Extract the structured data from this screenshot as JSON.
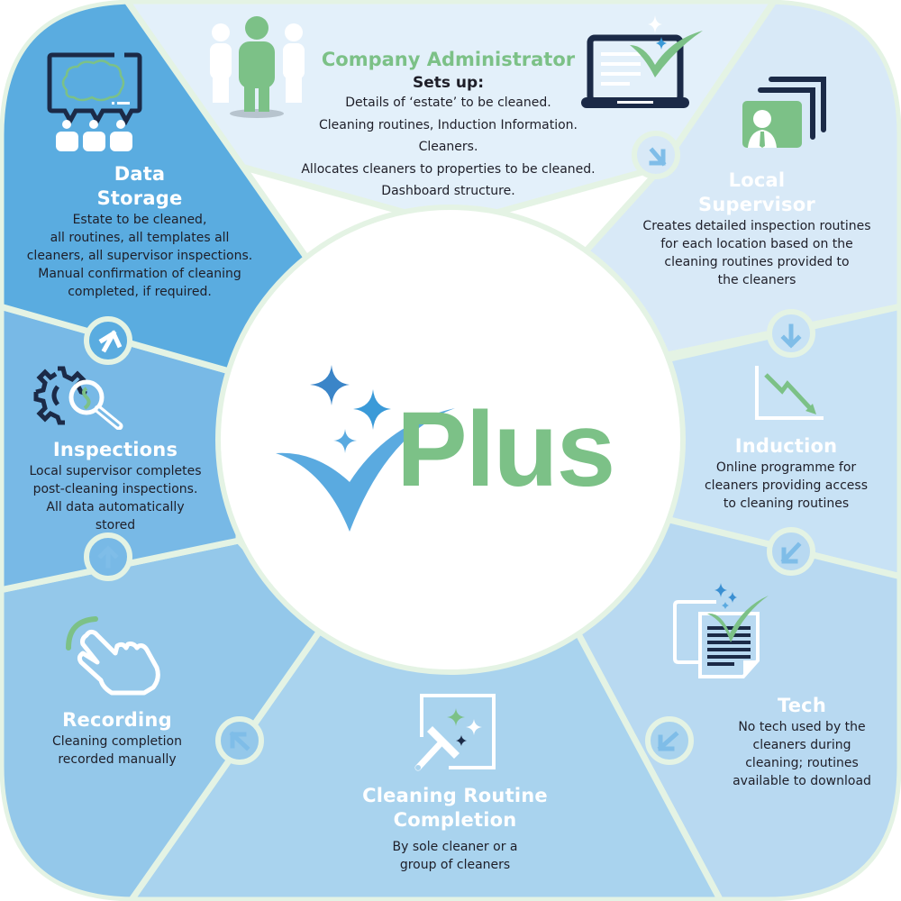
{
  "logo": {
    "text": "Plus",
    "icon": "sparkle-checkmark-icon",
    "colors": {
      "text": "#7cc187",
      "check": "#5aaae0",
      "sparkle": "#3b8fd0"
    }
  },
  "colors": {
    "admin_bg": "#e3f0fa",
    "supervisor_bg": "#d8e9f7",
    "induction_bg": "#c8e2f5",
    "tech_bg": "#b8d9f1",
    "completion_bg": "#a9d3ee",
    "recording_bg": "#94c8ea",
    "inspections_bg": "#78b9e6",
    "storage_bg": "#5aace0",
    "border": "#e4f3e4",
    "green": "#7cc187",
    "navy": "#1b2a47",
    "arrow": "#7fbde8"
  },
  "segments": {
    "admin": {
      "title": "Company Administrator",
      "subtitle": "Sets up:",
      "lines": [
        "Details of ‘estate’ to be cleaned.",
        "Cleaning routines, Induction Information.",
        "Cleaners.",
        "Allocates cleaners to properties to be cleaned.",
        "Dashboard structure."
      ],
      "icons": [
        "people-group-icon",
        "laptop-checkmark-icon"
      ]
    },
    "supervisor": {
      "title_line1": "Local",
      "title_line2": "Supervisor",
      "body": [
        "Creates detailed inspection routines",
        "for each location based on the",
        "cleaning routines provided to",
        "the cleaners"
      ],
      "icon": "id-cards-icon"
    },
    "induction": {
      "title": "Induction",
      "body": [
        "Online programme for",
        "cleaners providing access",
        "to cleaning routines"
      ],
      "icon": "chart-trend-down-icon"
    },
    "tech": {
      "title": "Tech",
      "body": [
        "No tech used by the",
        "cleaners during",
        "cleaning; routines",
        "available to download"
      ],
      "icon": "document-checkmark-icon"
    },
    "completion": {
      "title_line1": "Cleaning Routine",
      "title_line2": "Completion",
      "body": [
        "By sole cleaner or a",
        "group of cleaners"
      ],
      "icon": "squeegee-window-icon"
    },
    "recording": {
      "title": "Recording",
      "body": [
        "Cleaning completion",
        "recorded manually"
      ],
      "icon": "hand-tap-icon"
    },
    "inspections": {
      "title": "Inspections",
      "body": [
        "Local supervisor completes",
        "post-cleaning inspections.",
        "All data automatically",
        "stored"
      ],
      "icon": "gear-magnifier-icon"
    },
    "storage": {
      "title_line1": "Data",
      "title_line2": "Storage",
      "body": [
        "Estate to be cleaned,",
        "all routines, all templates all",
        "cleaners, all  supervisor inspections.",
        "Manual confirmation of cleaning",
        "completed, if required."
      ],
      "icon": "cloud-meeting-icon"
    }
  },
  "arrows": [
    "arrow-admin-to-supervisor",
    "arrow-supervisor-to-induction",
    "arrow-induction-to-tech",
    "arrow-tech-to-completion",
    "arrow-completion-to-recording",
    "arrow-recording-to-inspections",
    "arrow-inspections-to-storage"
  ]
}
